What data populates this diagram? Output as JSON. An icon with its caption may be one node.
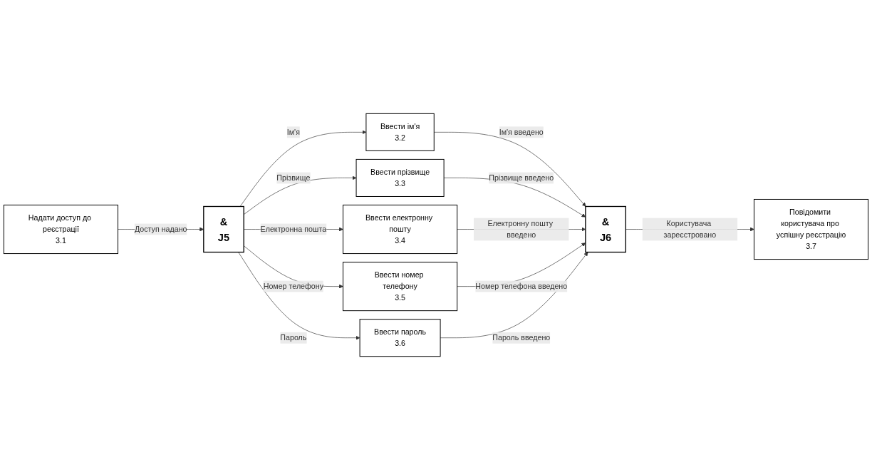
{
  "diagram": {
    "nodes": [
      {
        "text": [
          "Надати доступ до реєстрації",
          "3.1"
        ]
      },
      {
        "text": [
          "&",
          "J5"
        ]
      },
      {
        "text": [
          "Ввести ім'я",
          "3.2"
        ]
      },
      {
        "text": [
          "Ввести прізвище",
          "3.3"
        ]
      },
      {
        "text": [
          "Ввести електронну пошту",
          "3.4"
        ]
      },
      {
        "text": [
          "Ввести номер телефону",
          "3.5"
        ]
      },
      {
        "text": [
          "Ввести пароль",
          "3.6"
        ]
      },
      {
        "text": [
          "&",
          "J6"
        ]
      },
      {
        "text": [
          "Повідомити користувача про успішну реєстрацію",
          "3.7"
        ]
      }
    ],
    "edges": [
      {
        "from": 0,
        "to": 1,
        "arrow": "to",
        "label": "Доступ надано"
      },
      {
        "from": 1,
        "to": 2,
        "arrow": "to",
        "label": "Ім'я"
      },
      {
        "from": 1,
        "to": 3,
        "arrow": "to",
        "label": "Прізвище"
      },
      {
        "from": 1,
        "to": 4,
        "arrow": "to",
        "label": "Електронна пошта"
      },
      {
        "from": 1,
        "to": 5,
        "arrow": "to",
        "label": "Номер телефону"
      },
      {
        "from": 1,
        "to": 6,
        "arrow": "to",
        "label": "Пароль"
      },
      {
        "from": 2,
        "to": 7,
        "arrow": "to",
        "label": "Ім'я введено"
      },
      {
        "from": 3,
        "to": 7,
        "arrow": "to",
        "label": "Прізвище введено"
      },
      {
        "from": 4,
        "to": 7,
        "arrow": "to",
        "label": "Електронну пошту введено"
      },
      {
        "from": 5,
        "to": 7,
        "arrow": "to",
        "label": "Номер телефона введено"
      },
      {
        "from": 6,
        "to": 7,
        "arrow": "to",
        "label": "Пароль введено"
      },
      {
        "from": 7,
        "to": 8,
        "arrow": "to",
        "label": "Користувача зареєстровано"
      }
    ]
  }
}
